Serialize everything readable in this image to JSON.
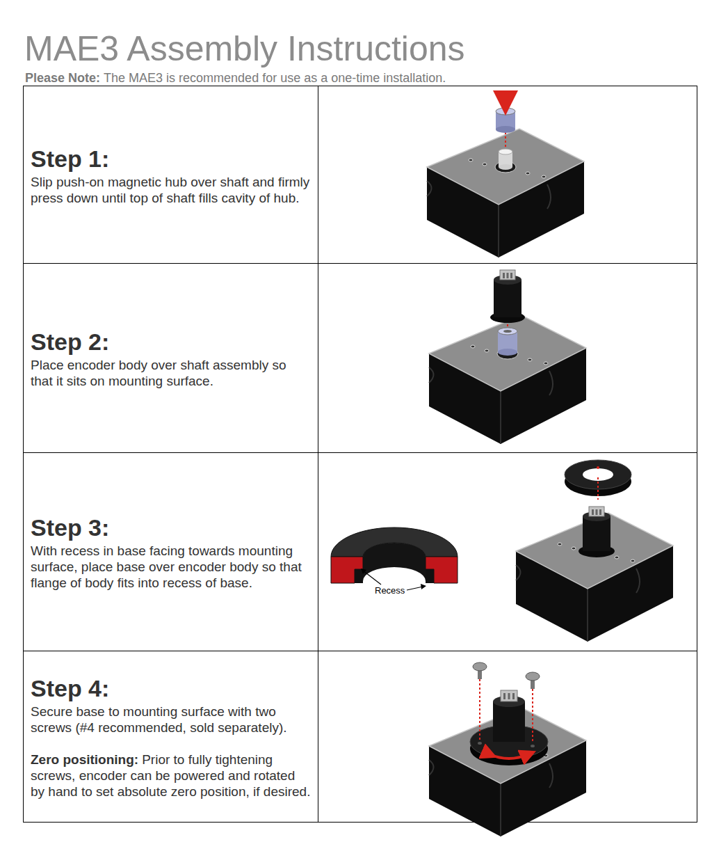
{
  "diagram": {
    "title": "MAE3 Assembly Instructions",
    "nodes": [
      {
        "text": [
          "Step 1:",
          "Slip push-on magnetic hub over shaft and firmly press down until top of shaft fills cavity of hub."
        ]
      },
      {
        "text": [
          "Step 2:",
          "Place encoder body over shaft assembly so that it sits on mounting surface."
        ]
      },
      {
        "text": [
          "Step 3:",
          "With recess in base facing towards mounting surface, place base over encoder body so that flange of body fits into recess of base."
        ]
      },
      {
        "text": [
          "Step 4:",
          "Secure base to mounting surface with two screws (#4 recommended, sold separately).",
          "Zero positioning:",
          "Prior to fully tightening screws, encoder can be powered and rotated by hand to set absolute zero position, if desired."
        ]
      }
    ],
    "labels": [
      "Please Note:",
      "The MAE3 is recommended for use as a one-time installation.",
      "Recess"
    ]
  }
}
